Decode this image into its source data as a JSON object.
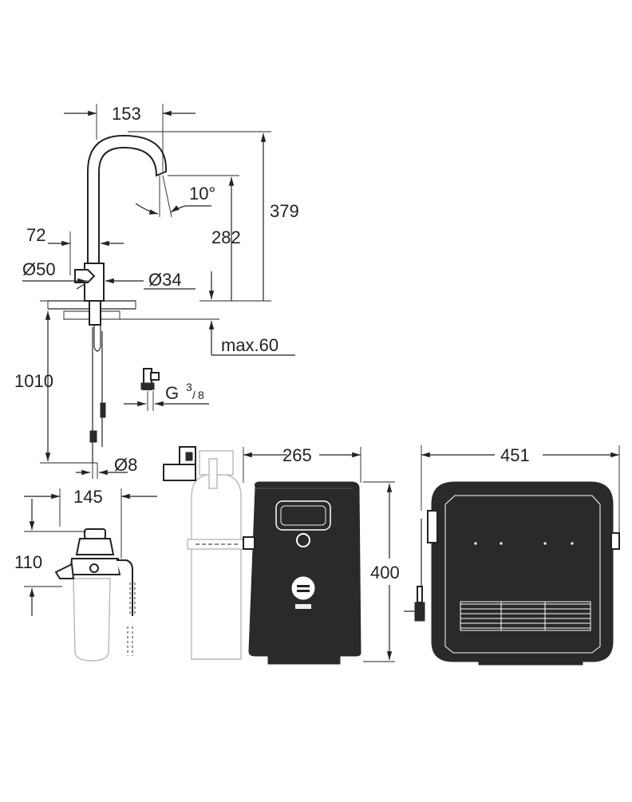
{
  "dimensions": {
    "tap_reach": "153",
    "spout_angle": "10°",
    "total_height": "379",
    "spout_height": "282",
    "handle_offset": "72",
    "base_diameter": "Ø50",
    "shank_diameter": "Ø34",
    "counter_thickness": "max.60",
    "hose_length": "1010",
    "thread_prefix": "G",
    "thread_num": "3",
    "thread_den": "8",
    "tube_diameter": "Ø8",
    "filter_width": "145",
    "filter_height": "110",
    "chiller_depth": "265",
    "chiller_height": "400",
    "chiller_width": "451"
  },
  "icons": [
    "tap-icon",
    "filter-head-icon",
    "co2-bottle-icon",
    "chiller-front-icon",
    "chiller-side-icon",
    "power-plug-icon",
    "t-connector-icon"
  ]
}
